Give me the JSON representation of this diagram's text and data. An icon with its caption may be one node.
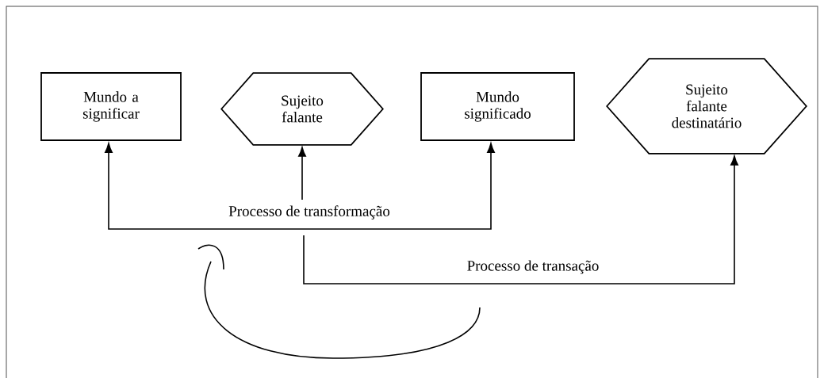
{
  "diagram": {
    "nodes": [
      {
        "text": [
          "Mundo a significar"
        ]
      },
      {
        "text": [
          "Sujeito falante"
        ]
      },
      {
        "text": [
          "Mundo significado"
        ]
      },
      {
        "text": [
          "Sujeito falante destinatário"
        ]
      }
    ],
    "edges": [
      {
        "from": 0,
        "to": 2,
        "arrow": "both",
        "label": "Processo de transformação"
      },
      {
        "from": null,
        "to": 1,
        "arrow": "to"
      },
      {
        "from": null,
        "to": 3,
        "arrow": "to",
        "label": "Processo de transação"
      }
    ]
  }
}
